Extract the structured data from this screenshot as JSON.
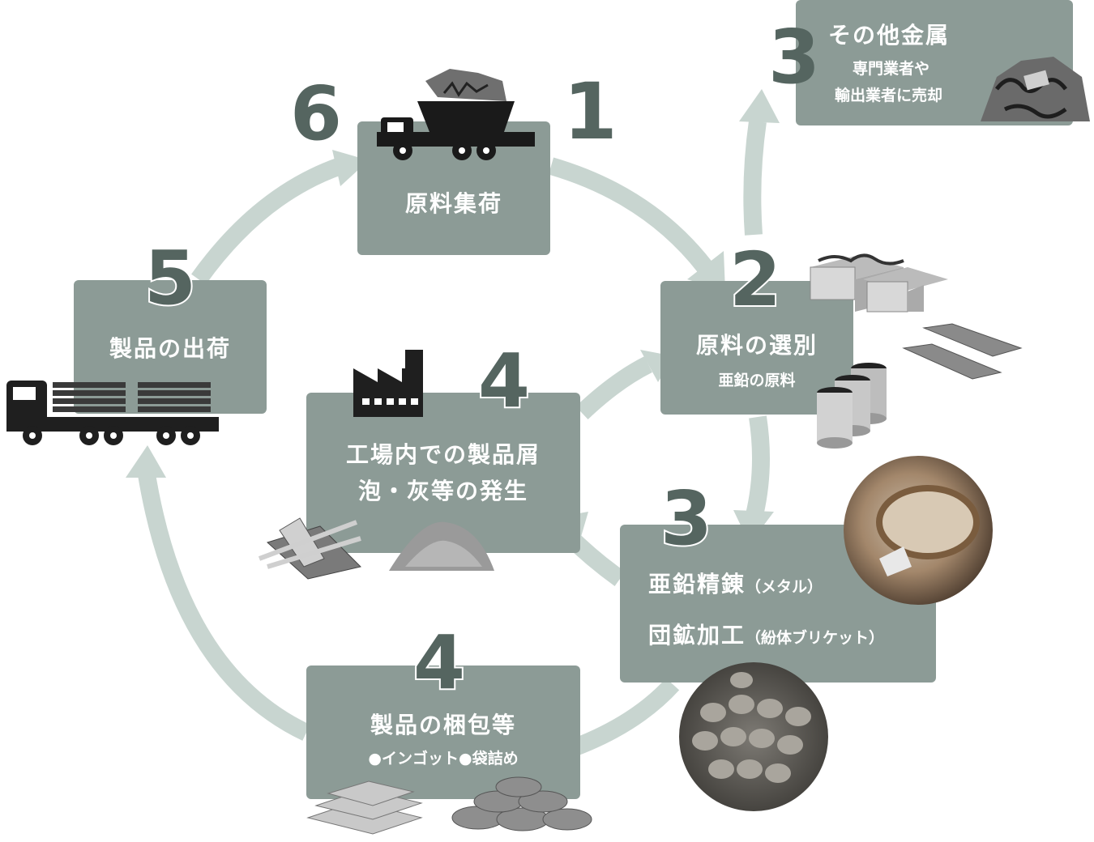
{
  "colors": {
    "box": "#8c9b96",
    "arrow": "#c8d5d0",
    "number": "#556560"
  },
  "steps": {
    "s1": {
      "number": "1",
      "title": "原料集荷"
    },
    "s2": {
      "number": "2",
      "title": "原料の選別",
      "sub": "亜鉛の原料"
    },
    "s3other": {
      "number": "3",
      "title": "その他金属",
      "sub1": "専門業者や",
      "sub2": "輸出業者に売却"
    },
    "s3": {
      "number": "3",
      "line1_main": "亜鉛精錬",
      "line1_note": "（メタル）",
      "line2_main": "団鉱加工",
      "line2_note": "（紛体ブリケット）"
    },
    "s4factory": {
      "number": "4",
      "title1": "工場内での製品屑",
      "title2": "泡・灰等の発生"
    },
    "s4pack": {
      "number": "4",
      "title": "製品の梱包等",
      "sub": "●インゴット●袋詰め"
    },
    "s5": {
      "number": "5",
      "title": "製品の出荷"
    },
    "s6": {
      "number": "6"
    }
  },
  "icons": [
    "dump-truck-icon",
    "flatbed-truck-icon",
    "factory-icon",
    "scrap-pile-icon",
    "bales-icon",
    "drums-icon",
    "ingots-icon",
    "sacks-icon",
    "ash-pile-icon",
    "scrap-metal-icon",
    "molten-zinc-photo",
    "briquettes-photo"
  ]
}
